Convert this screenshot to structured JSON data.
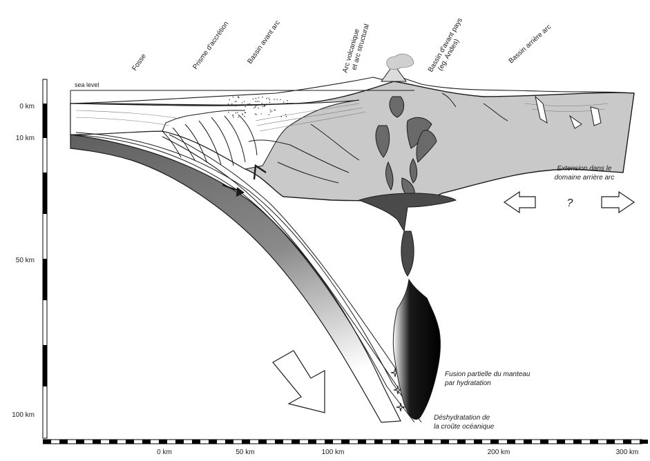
{
  "zones": [
    {
      "id": "fosse",
      "label": "Fosse"
    },
    {
      "id": "prisme",
      "label": "Prisme d'accrétion"
    },
    {
      "id": "bassin-avant-arc",
      "label": "Bassin avant arc"
    },
    {
      "id": "arc-volcanique",
      "line1": "Arc volcanique",
      "line2": "et arc structural"
    },
    {
      "id": "bassin-avant-pays",
      "line1": "Bassin d'avant pays",
      "line2": "(eg. Andes)"
    },
    {
      "id": "bassin-arriere-arc",
      "label": "Bassin arrière arc"
    }
  ],
  "sea_level": "sea level",
  "depth_labels": [
    "0 km",
    "10 km",
    "50 km",
    "100 km"
  ],
  "distance_labels": [
    "0 km",
    "50 km",
    "100 km",
    "200 km",
    "300 km"
  ],
  "annotations": {
    "extension": {
      "line1": "Extension dans le",
      "line2": "domaine arrière arc"
    },
    "question": "?",
    "fusion": {
      "line1": "Fusion partielle du manteau",
      "line2": "par hydratation"
    },
    "deshydratation": {
      "line1": "Déshydratation de",
      "line2": "la croûte océanique"
    }
  },
  "colors": {
    "crust_light": "#c9c9c9",
    "slab_dark": "#6e6e6e",
    "magma": "#4a4a4a",
    "magma_black": "#0d0d0d",
    "outline": "#1a1a1a"
  }
}
